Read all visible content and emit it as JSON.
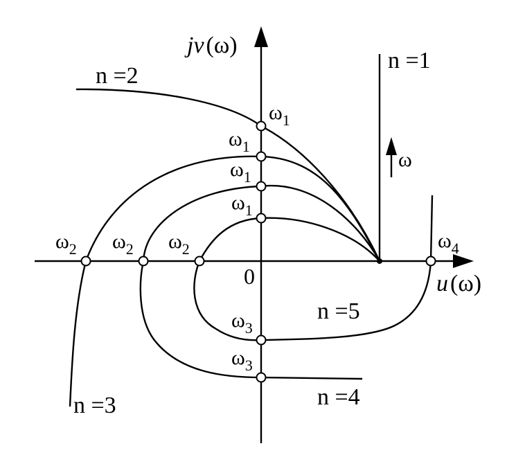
{
  "axes": {
    "x_label_var": "u",
    "x_label_arg": "(ω)",
    "y_label_var": "jv",
    "y_label_arg": "(ω)",
    "origin_label": "0"
  },
  "curves": [
    {
      "n_label": "n =1"
    },
    {
      "n_label": "n =2"
    },
    {
      "n_label": "n =3"
    },
    {
      "n_label": "n =4"
    },
    {
      "n_label": "n =5"
    }
  ],
  "omega_arrow_label": "ω",
  "points": {
    "omega": "ω",
    "sub1": "1",
    "sub2": "2",
    "sub3": "3",
    "sub4": "4"
  }
}
